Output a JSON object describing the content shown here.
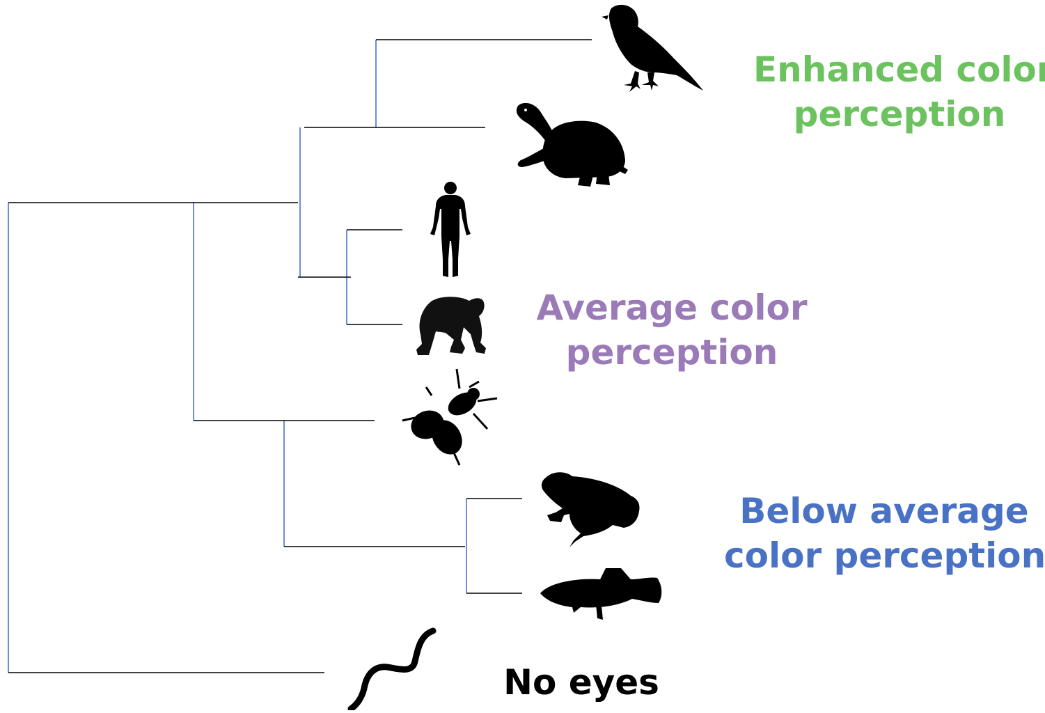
{
  "diagram": {
    "labels": {
      "enhanced": [
        "Enhanced color",
        "perception"
      ],
      "average": [
        "Average color",
        "perception"
      ],
      "below": [
        "Below average",
        "color perception"
      ],
      "none": "No eyes"
    },
    "colors": {
      "enhanced": "#6cc25e",
      "average": "#9a7bb8",
      "below": "#4a72c4",
      "none": "#000000",
      "tree_horizontal": "#000000",
      "tree_vertical": "#4a6fd0"
    },
    "taxa": [
      "bird-icon",
      "turtle-icon",
      "human-icon",
      "chimpanzee-icon",
      "fly-icon",
      "frog-icon",
      "fish-icon",
      "worm-icon"
    ]
  }
}
